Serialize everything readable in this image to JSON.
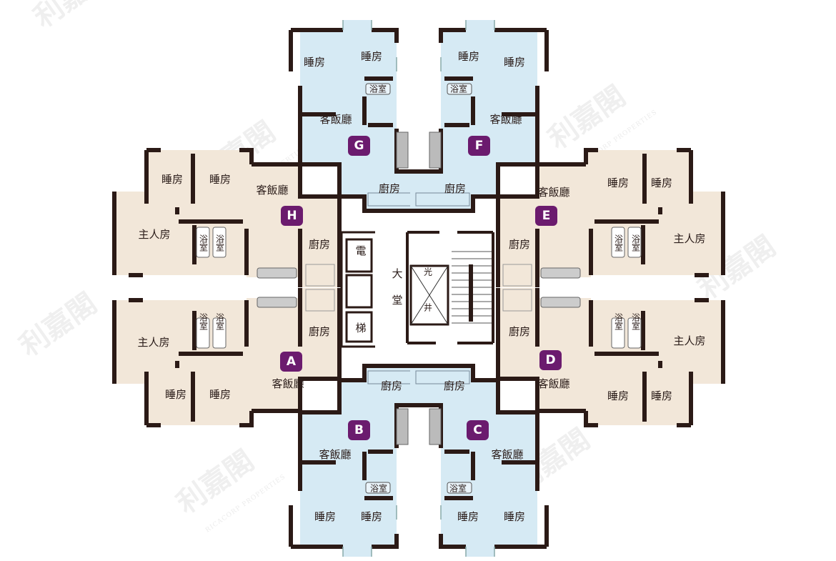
{
  "colors": {
    "unit_blue": "#d6eaf4",
    "unit_beige": "#f2e7d9",
    "wall": "#2b1a16",
    "badge": "#6b1b6e",
    "badge_text": "#ffffff"
  },
  "watermark": {
    "name": "利嘉閣",
    "sub": "RICACORP PROPERTIES"
  },
  "units": {
    "G": {
      "letter": "G",
      "bedroom1": "睡房",
      "bedroom2": "睡房",
      "bathroom": "浴室",
      "living": "客飯廳",
      "kitchen": "廚房"
    },
    "F": {
      "letter": "F",
      "bedroom1": "睡房",
      "bedroom2": "睡房",
      "bathroom": "浴室",
      "living": "客飯廳",
      "kitchen": "廚房"
    },
    "H": {
      "letter": "H",
      "bedroom1": "睡房",
      "bedroom2": "睡房",
      "master": "主人房",
      "bath1": "浴室",
      "bath2": "浴室",
      "living": "客飯廳",
      "kitchen": "廚房"
    },
    "E": {
      "letter": "E",
      "bedroom1": "睡房",
      "bedroom2": "睡房",
      "master": "主人房",
      "bath1": "浴室",
      "bath2": "浴室",
      "living": "客飯廳",
      "kitchen": "廚房"
    },
    "A": {
      "letter": "A",
      "bedroom1": "睡房",
      "bedroom2": "睡房",
      "master": "主人房",
      "bath1": "浴室",
      "bath2": "浴室",
      "living": "客飯廳",
      "kitchen": "廚房"
    },
    "D": {
      "letter": "D",
      "bedroom1": "睡房",
      "bedroom2": "睡房",
      "master": "主人房",
      "bath1": "浴室",
      "bath2": "浴室",
      "living": "客飯廳",
      "kitchen": "廚房"
    },
    "B": {
      "letter": "B",
      "bedroom1": "睡房",
      "bedroom2": "睡房",
      "bathroom": "浴室",
      "living": "客飯廳",
      "kitchen": "廚房"
    },
    "C": {
      "letter": "C",
      "bedroom1": "睡房",
      "bedroom2": "睡房",
      "bathroom": "浴室",
      "living": "客飯廳",
      "kitchen": "廚房"
    }
  },
  "core": {
    "lift_1": "電",
    "lift_2": "梯",
    "lobby_1": "大",
    "lobby_2": "堂",
    "lightwell_1": "光",
    "lightwell_2": "井"
  }
}
